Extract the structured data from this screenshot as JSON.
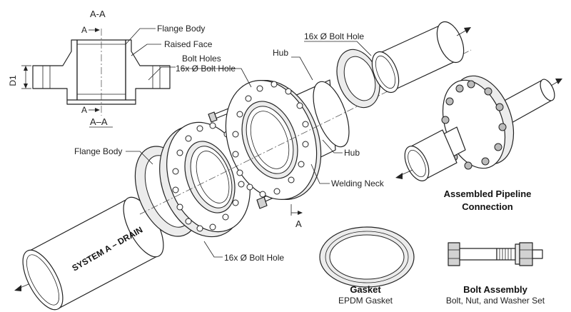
{
  "section_view": {
    "title_top": "A-A",
    "title_bottom": "A–A",
    "marker_top": "A",
    "marker_bottom": "A",
    "dim_label": "D1"
  },
  "labels": {
    "flange_body_top": "Flange Body",
    "raised_face": "Raised Face",
    "bolt_holes": "Bolt Holes",
    "bolt_holes_spec": "16x Ø Bolt Hole",
    "hub_upper": "Hub",
    "bolt_hole_upper": "16x Ø Bolt Hole",
    "hub_lower": "Hub",
    "welding_neck": "Welding Neck",
    "flange_body_left": "Flange Body",
    "bolt_hole_lower": "16x Ø Bolt Hole",
    "section_marker": "A"
  },
  "pipe_text": "SYSTEM A – DRAIN",
  "assembled": {
    "title_line1": "Assembled Pipeline",
    "title_line2": "Connection"
  },
  "gasket": {
    "title": "Gasket",
    "subtitle": "EPDM Gasket"
  },
  "bolt_assembly": {
    "title": "Bolt Assembly",
    "subtitle": "Bolt, Nut, and Washer Set"
  }
}
